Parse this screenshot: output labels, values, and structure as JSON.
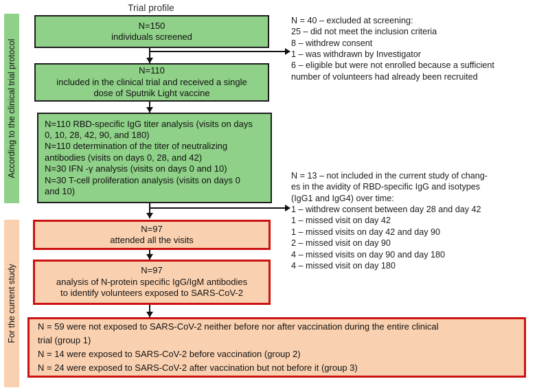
{
  "title": "Trial profile",
  "colors": {
    "green_fill": "#8FD188",
    "green_border": "#1d1d1d",
    "salmon_fill": "#FAD1B0",
    "red_border": "#CC1111",
    "text": "#111111",
    "page_background": "#FFFFFF"
  },
  "rails": {
    "protocol": "According to the clinical trial protocol",
    "current_study": "For the current study"
  },
  "boxes": {
    "screened": {
      "line1": "N=150",
      "line2": "individuals screened"
    },
    "included": {
      "line1": "N=110",
      "line2": "included in the clinical trial and received a single",
      "line3": "dose of Sputnik Light vaccine"
    },
    "analyses": {
      "line1": "N=110 RBD-specific IgG titer analysis (visits on days",
      "line2": "0, 10, 28, 42, 90, and 180)",
      "line3": "N=110 determination of the titer of neutralizing",
      "line4": "antibodies (visits on days 0, 28, and 42)",
      "line5": "N=30 IFN -γ analysis (visits on days 0 and 10)",
      "line6": "N=30 T-cell proliferation analysis (visits on days 0",
      "line7": "and 10)"
    },
    "attended": {
      "line1": "N=97",
      "line2": "attended all the visits"
    },
    "nprotein": {
      "line1": "N=97",
      "line2": "analysis of N-protein specific IgG/IgM antibodies",
      "line3": "to identify volunteers exposed to SARS-CoV-2"
    },
    "groups": {
      "line1": "N = 59 were not exposed to SARS-CoV-2 neither before nor after vaccination during the entire clinical",
      "line2": "trial (group 1)",
      "line3": "N = 14 were exposed to SARS-CoV-2 before vaccination (group 2)",
      "line4": "N = 24 were exposed to SARS-CoV-2 after vaccination but not before it (group 3)"
    }
  },
  "notes": {
    "excluded": "N = 40 – excluded at screening:\n25 – did not meet the inclusion criteria\n8 – withdrew consent\n1 – was withdrawn by Investigator\n6 – eligible but were not enrolled because a sufficient\nnumber of volunteers had already been recruited",
    "not_included": "N = 13 – not included in the current study of chang-\nes in the avidity of RBD-specific IgG and isotypes\n(IgG1 and IgG4) over time:\n1 – withdrew consent between day 28 and day 42\n1 – missed visit on day 42\n1 – missed visits on day 42 and day 90\n2 – missed visit on day 90\n4 – missed visits on day 90 and day 180\n4 – missed visit on day 180"
  }
}
